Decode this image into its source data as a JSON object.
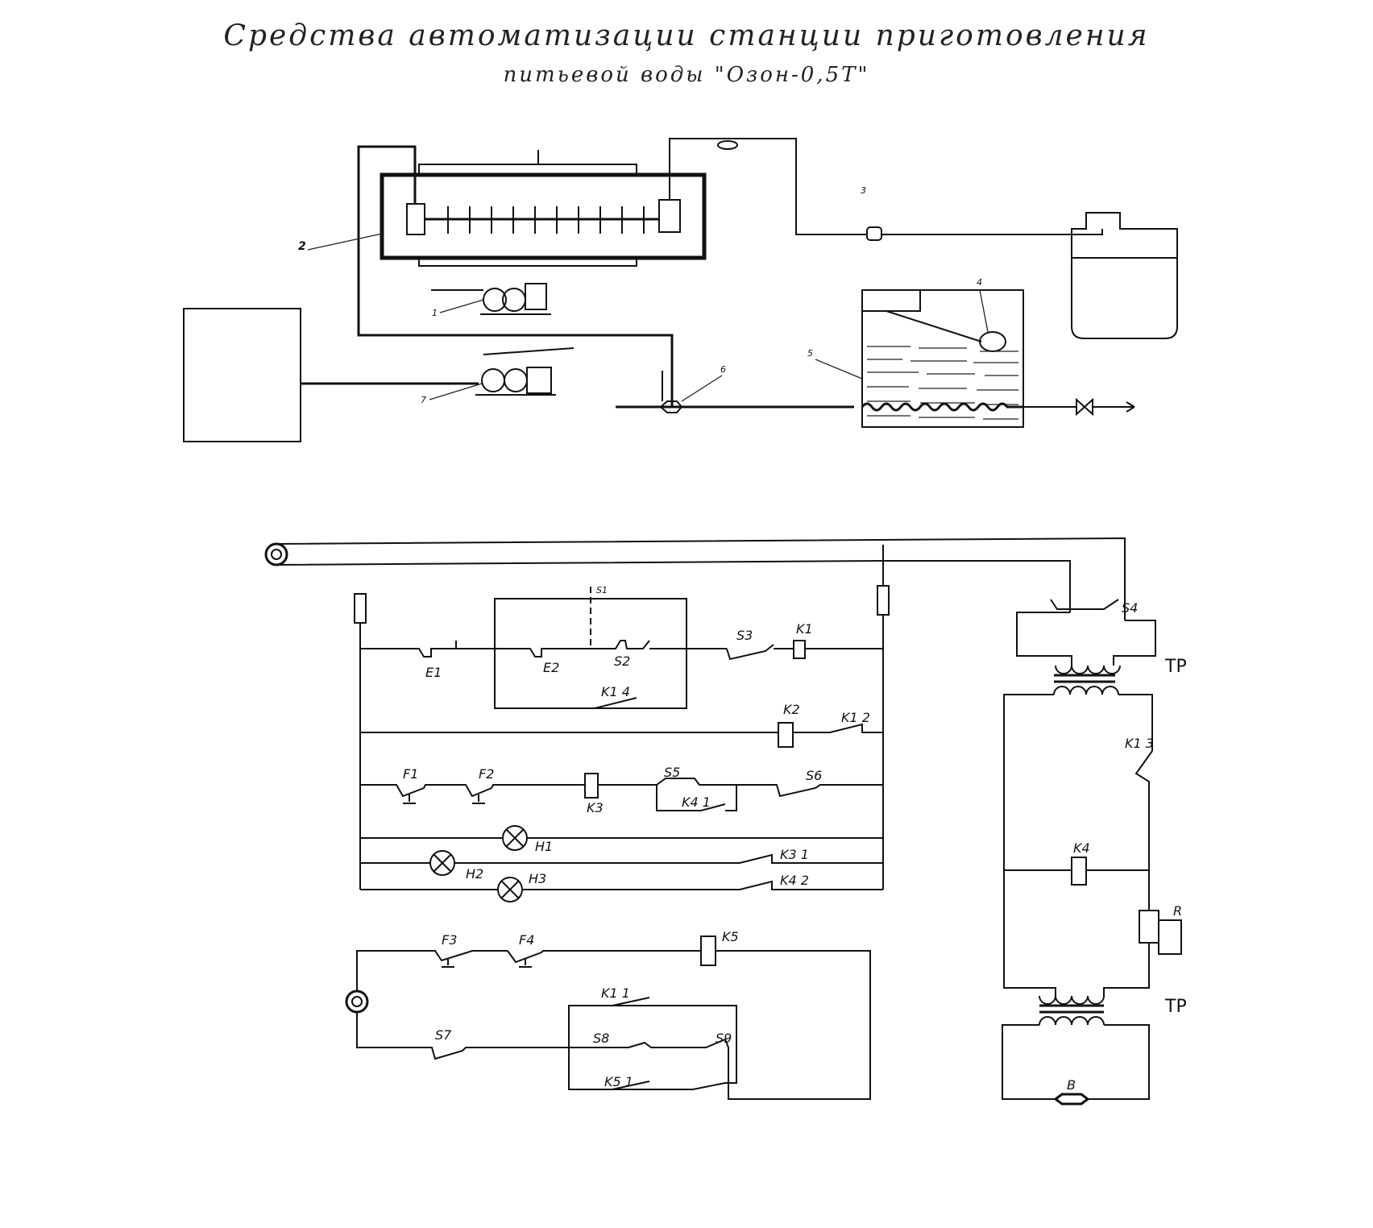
{
  "title": {
    "line1": "Средства автоматизации станции приготовления",
    "line2": "питьевой воды \"Озон-0,5Т\""
  },
  "scheme": {
    "labels": {
      "n1": "1",
      "n2": "2",
      "n3": "3",
      "n4": "4",
      "n5": "5",
      "n6": "6",
      "n7": "7"
    }
  },
  "circuit": {
    "labels": {
      "E1": "E1",
      "E2": "E2",
      "S1": "S1",
      "S2": "S2",
      "S3": "S3",
      "K1": "K1",
      "K14": "K1 4",
      "K2": "K2",
      "K12": "K1 2",
      "F1": "F1",
      "F2": "F2",
      "K3": "K3",
      "S5": "S5",
      "K41": "K4 1",
      "S6": "S6",
      "H1": "H1",
      "H2": "H2",
      "H3": "H3",
      "K31": "K3 1",
      "K42": "K4 2",
      "F3": "F3",
      "F4": "F4",
      "K5": "K5",
      "K11": "K1 1",
      "S7": "S7",
      "S8": "S8",
      "S9": "S9",
      "K51": "K5 1",
      "S4": "S4",
      "TP1": "TP",
      "TP2": "TP",
      "K13": "K1 3",
      "K4": "K4",
      "R": "R",
      "B": "B"
    }
  }
}
